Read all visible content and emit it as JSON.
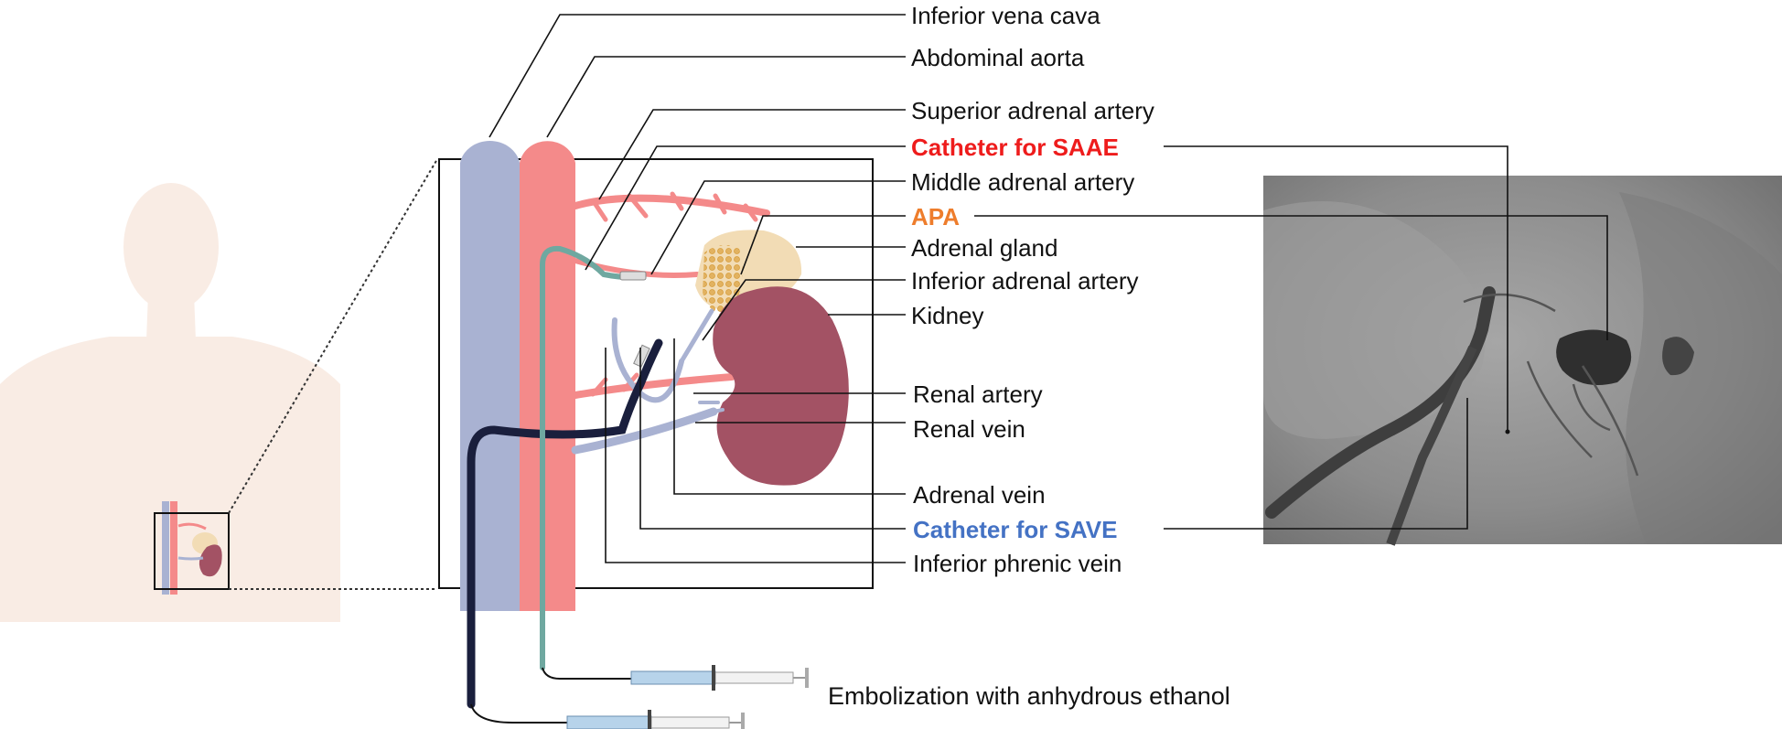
{
  "colors": {
    "artery": "#f48a8a",
    "vein": "#a9b2d2",
    "adrenal_gland": "#f2dcb5",
    "apa": "#f0c87a",
    "kidney": "#a35264",
    "catheter_saae": "#ee1c1c",
    "catheter_save": "#4472c4",
    "apa_label": "#ee7d2c",
    "angiogram_bg": "#8f8f8f"
  },
  "labels": {
    "ivc": "Inferior vena cava",
    "aorta": "Abdominal aorta",
    "superior_adrenal_artery": "Superior adrenal artery",
    "catheter_saae": "Catheter for SAAE",
    "middle_adrenal_artery": "Middle adrenal artery",
    "apa": "APA",
    "adrenal_gland": "Adrenal gland",
    "inferior_adrenal_artery": "Inferior adrenal artery",
    "kidney": "Kidney",
    "renal_artery": "Renal artery",
    "renal_vein": "Renal vein",
    "adrenal_vein": "Adrenal vein",
    "catheter_save": "Catheter for SAVE",
    "inferior_phrenic_vein": "Inferior phrenic vein"
  },
  "caption": "Embolization with anhydrous ethanol",
  "icons": [
    "human-torso-illustration",
    "syringe-icon",
    "angiogram-image"
  ]
}
